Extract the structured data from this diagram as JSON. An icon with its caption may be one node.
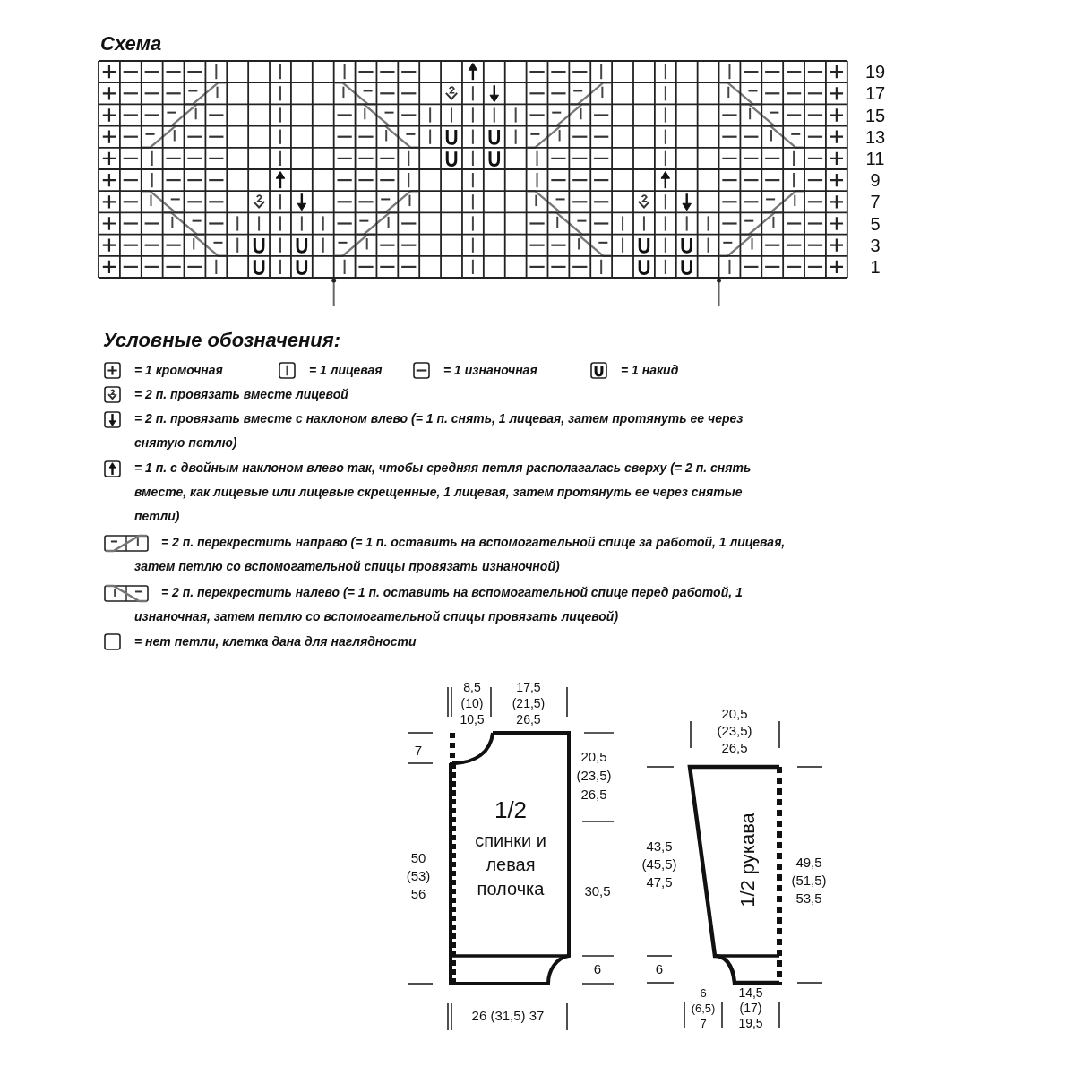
{
  "diagram": {
    "title": "Схема",
    "nodes": [
      {
        "text": [
          "1/2",
          "спинки и левая полочка"
        ]
      },
      {
        "text": [
          "1/2 рукава"
        ]
      }
    ],
    "labels": [
      "19",
      "17",
      "15",
      "13",
      "11",
      "9",
      "7",
      "5",
      "3",
      "1",
      "Условные обозначения:",
      "8,5 (10) 10,5",
      "17,5 (21,5) 26,5",
      "7",
      "20,5 (23,5) 26,5",
      "50 (53) 56",
      "30,5",
      "6",
      "26 (31,5) 37",
      "20,5 (23,5) 26,5",
      "43,5 (45,5) 47,5",
      "49,5 (51,5) 53,5",
      "6",
      "6 (6,5) 7",
      "14,5 (17) 19,5"
    ],
    "legend": [
      {
        "text": "= 1 кромочная"
      },
      {
        "text": "= 1 лицевая"
      },
      {
        "text": "= 1 изнаночная"
      },
      {
        "text": "= 1 накид"
      },
      {
        "text": "= 2 п. провязать вместе лицевой"
      },
      {
        "text": "= 2 п. провязать вместе с наклоном влево (= 1 п. снять, 1 лицевая, затем протянуть ее через снятую петлю)"
      },
      {
        "text": "= 1 п. с двойным наклоном влево так, чтобы средняя петля располагалась сверху (= 2 п. снять вместе, как лицевые или лицевые скрещенные, 1 лицевая, затем протянуть ее через снятые петли)"
      },
      {
        "text": "= 2 п. перекрестить направо (= 1 п. оставить на вспомогательной спице за работой, 1 лицевая, затем петлю со вспомогательной спицы провязать изнаночной)"
      },
      {
        "text": "= 2 п. перекрестить налево (= 1 п. оставить на вспомогательной спице перед работой, 1 изнаночная, затем петлю со вспомогательной спицы провязать лицевой)"
      },
      {
        "text": "= нет петли, клетка дана для наглядности"
      }
    ]
  }
}
